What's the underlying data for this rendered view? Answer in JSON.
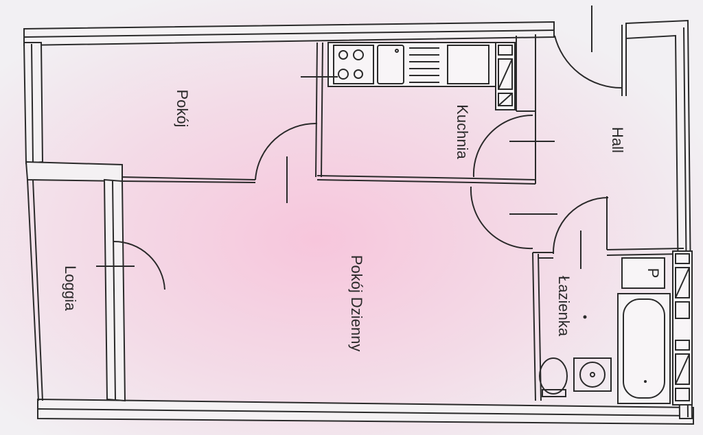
{
  "rooms": {
    "pokoj": "Pokój",
    "kuchnia": "Kuchnia",
    "hall": "Hall",
    "pokoj_dzienny": "Pokój Dzienny",
    "loggia": "Loggia",
    "lazienka": "Łazienka",
    "wc_p": "P"
  },
  "colors": {
    "paper": "#f3eef2",
    "glow": "#f6cfe2",
    "ink": "#2a2a2a"
  }
}
